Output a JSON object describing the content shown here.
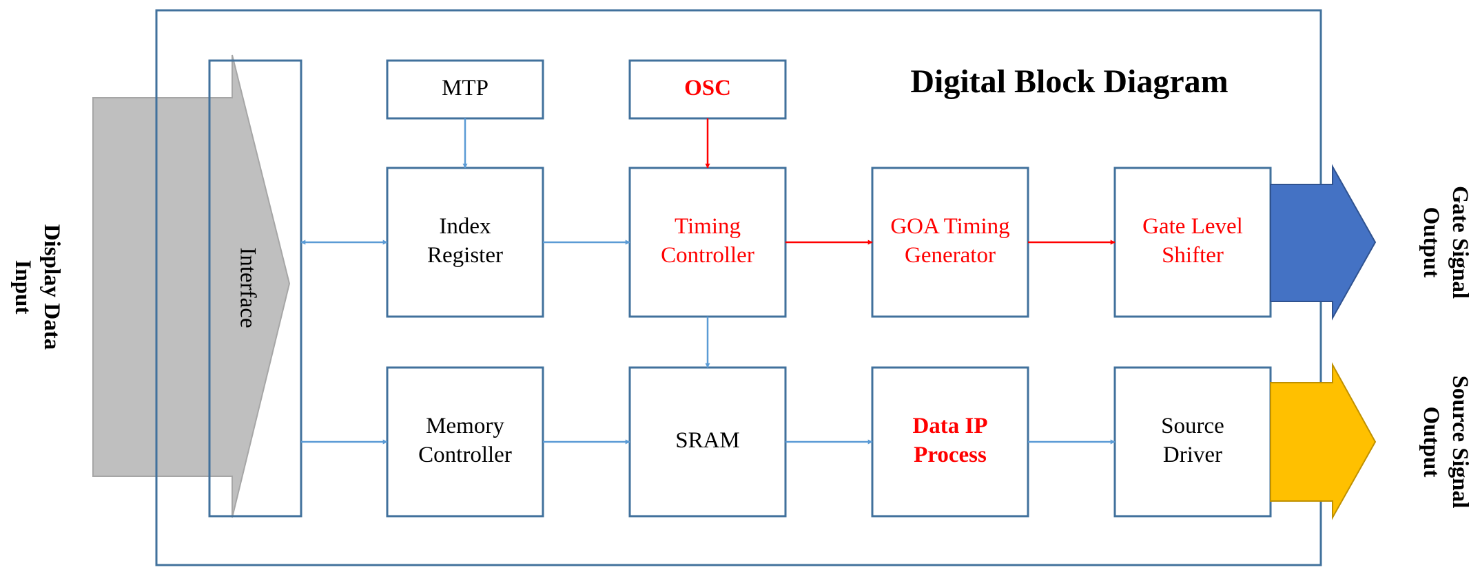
{
  "title": "Digital Block Diagram",
  "colors": {
    "frame": "#41719C",
    "box": "#41719C",
    "link_blue": "#5B9BD5",
    "link_red": "#FF0000",
    "text_black": "#000000",
    "text_red": "#FF0000",
    "input_arrow": "#BFBFBF",
    "gate_arrow": "#4472C4",
    "source_arrow": "#FFC000"
  },
  "input_label": [
    "Display Data",
    "Input"
  ],
  "interface_label": "Interface",
  "outputs": {
    "gate": [
      "Gate Signal",
      "Output"
    ],
    "source": [
      "Source Signal",
      "Output"
    ]
  },
  "blocks": {
    "mtp": [
      "MTP"
    ],
    "osc": [
      "OSC"
    ],
    "index_register": [
      "Index",
      "Register"
    ],
    "timing_controller": [
      "Timing",
      "Controller"
    ],
    "goa_timing_generator": [
      "GOA Timing",
      "Generator"
    ],
    "gate_level_shifter": [
      "Gate Level",
      "Shifter"
    ],
    "memory_controller": [
      "Memory",
      "Controller"
    ],
    "sram": [
      "SRAM"
    ],
    "data_ip_process": [
      "Data IP",
      "Process"
    ],
    "source_driver": [
      "Source",
      "Driver"
    ]
  }
}
